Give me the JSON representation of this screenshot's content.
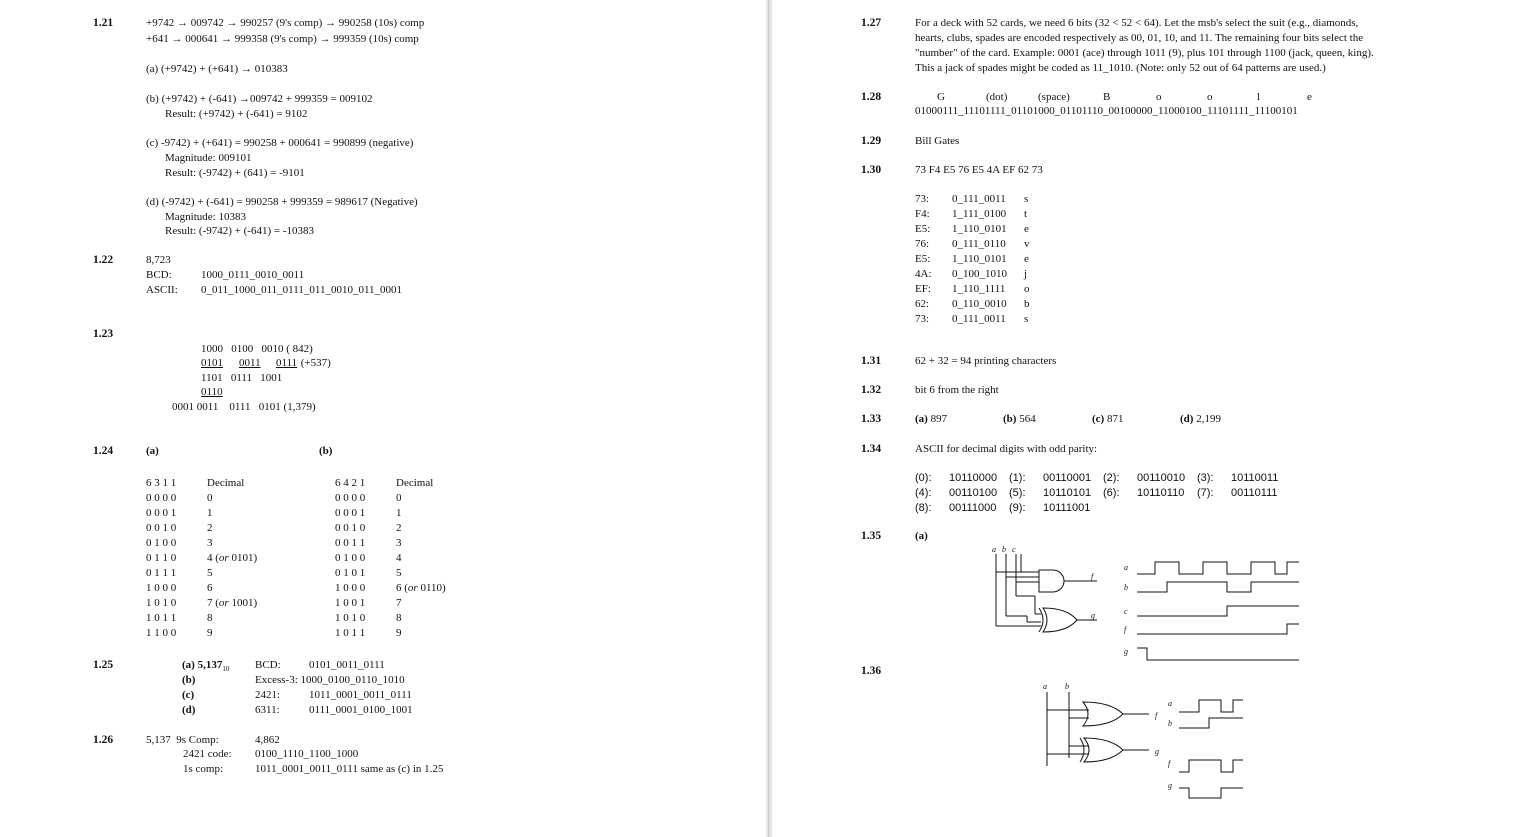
{
  "left": {
    "p121": {
      "num": "1.21",
      "l1": "+9742 → 009742 → 990257 (9's comp) → 990258 (10s) comp",
      "l2": "+641 → 000641 → 999358 (9's comp) → 999359 (10s) comp",
      "a": "(a) (+9742) + (+641) → 010383",
      "b1": "(b) (+9742) + (-641) →009742 + 999359 = 009102",
      "b2": "Result: (+9742) + (-641) = 9102",
      "c1": "(c) -9742) + (+641) = 990258 + 000641 = 990899 (negative)",
      "c2": "Magnitude: 009101",
      "c3": "Result: (-9742) + (641) = -9101",
      "d1": "(d) (-9742) + (-641) = 990258 + 999359 = 989617 (Negative)",
      "d2": "Magnitude: 10383",
      "d3": "Result: (-9742) + (-641) = -10383"
    },
    "p122": {
      "num": "1.22",
      "value": "8,723",
      "bcd_label": "BCD:",
      "bcd": "1000_0111_0010_0011",
      "ascii_label": "ASCII:",
      "ascii": "0_011_1000_011_0111_011_0010_011_0001"
    },
    "p123": {
      "num": "1.23",
      "r1": "1000   0100   0010 ( 842)",
      "r2a": "0101",
      "r2b": "0011",
      "r2c": "0111",
      "r2d": " (+537)",
      "r3": "1101   0111   1001",
      "r4": "0110",
      "r5": "0001 0011    0111   0101 (1,379)"
    },
    "p124": {
      "num": "1.24",
      "a_label": "(a)",
      "b_label": "(b)",
      "a_header": [
        "6 3 1 1",
        "Decimal"
      ],
      "a_rows": [
        [
          "0 0 0 0",
          "0"
        ],
        [
          "0 0 0 1",
          "1"
        ],
        [
          "0 0 1 0",
          "2"
        ],
        [
          "0 1 0 0",
          "3"
        ],
        [
          "0 1 1 0",
          "4 (or 0101)"
        ],
        [
          "0 1 1 1",
          "5"
        ],
        [
          "1 0 0 0",
          "6"
        ],
        [
          "1 0 1 0",
          "7 (or 1001)"
        ],
        [
          "1 0 1 1",
          "8"
        ],
        [
          "1 1 0 0",
          "9"
        ]
      ],
      "b_header": [
        "6 4 2 1",
        "Decimal"
      ],
      "b_rows": [
        [
          "0 0 0 0",
          "0"
        ],
        [
          "0 0 0 1",
          "1"
        ],
        [
          "0 0 1 0",
          "2"
        ],
        [
          "0 0 1 1",
          "3"
        ],
        [
          "0 1 0 0",
          "4"
        ],
        [
          "0 1 0 1",
          "5"
        ],
        [
          "1 0 0 0",
          "6 (or 0110)"
        ],
        [
          "1 0 0 1",
          "7"
        ],
        [
          "1 0 1 0",
          "8"
        ],
        [
          "1 0 1 1",
          "9"
        ]
      ]
    },
    "p125": {
      "num": "1.25",
      "a_label": "(a) 5,137",
      "a_sub": "10",
      "b_label": "(b)",
      "c_label": "(c)",
      "d_label": "(d)",
      "bcd_label": "BCD:",
      "bcd": "0101_0011_0111",
      "ex3": "Excess-3: 1000_0100_0110_1010",
      "c2421_label": "2421:",
      "c2421": "1011_0001_0011_0111",
      "c6311_label": "6311:",
      "c6311": "0111_0001_0100_1001"
    },
    "p126": {
      "num": "1.26",
      "l1a": "5,137  9s Comp:",
      "l1b": "4,862",
      "l2a": "2421 code:",
      "l2b": "0100_1110_1100_1000",
      "l3a": "1s comp:",
      "l3b": "1011_0001_0011_0111 same as (c) in 1.25"
    }
  },
  "right": {
    "p127": {
      "num": "1.27",
      "l1": "For a deck with 52 cards, we need 6 bits (32 < 52 < 64). Let the msb's select the suit (e.g., diamonds,",
      "l2": "hearts, clubs, spades are encoded respectively as 00, 01, 10, and 11. The remaining four bits select the",
      "l3": "\"number\" of the card. Example: 0001 (ace) through 1011 (9), plus 101 through 1100 (jack, queen, king).",
      "l4": "This a jack of spades might be coded as 11_1010. (Note: only 52 out of 64 patterns are used.)"
    },
    "p128": {
      "num": "1.28",
      "chars": [
        "G",
        "(dot)",
        "(space)",
        "B",
        "o",
        "o",
        "l",
        "e"
      ],
      "bits": "01000111_11101111_01101000_01101110_00100000_11000100_11101111_11100101"
    },
    "p129": {
      "num": "1.29",
      "text": "Bill Gates"
    },
    "p130": {
      "num": "1.30",
      "text": "73 F4 E5 76 E5 4A EF 62 73",
      "rows": [
        [
          "73:",
          "0_111_0011",
          "s"
        ],
        [
          "F4:",
          "1_111_0100",
          "t"
        ],
        [
          "E5:",
          "1_110_0101",
          "e"
        ],
        [
          "76:",
          "0_111_0110",
          "v"
        ],
        [
          "E5:",
          "1_110_0101",
          "e"
        ],
        [
          "4A:",
          "0_100_1010",
          "j"
        ],
        [
          "EF:",
          "1_110_1111",
          "o"
        ],
        [
          "62:",
          "0_110_0010",
          "b"
        ],
        [
          "73:",
          "0_111_0011",
          "s"
        ]
      ]
    },
    "p131": {
      "num": "1.31",
      "text": "62 + 32 = 94 printing characters"
    },
    "p132": {
      "num": "1.32",
      "text": "bit 6 from the right"
    },
    "p133": {
      "num": "1.33",
      "items": [
        [
          "(a)",
          "897"
        ],
        [
          "(b)",
          "564"
        ],
        [
          "(c)",
          "871"
        ],
        [
          "(d)",
          "2,199"
        ]
      ]
    },
    "p134": {
      "num": "1.34",
      "text": "ASCII for decimal digits with odd parity:",
      "rows": [
        [
          [
            "(0):",
            "10110000"
          ],
          [
            "(1):",
            "00110001"
          ],
          [
            "(2):",
            "00110010"
          ],
          [
            "(3):",
            "10110011"
          ]
        ],
        [
          [
            "(4):",
            "00110100"
          ],
          [
            "(5):",
            "10110101"
          ],
          [
            "(6):",
            "10110110"
          ],
          [
            "(7):",
            "00110111"
          ]
        ],
        [
          [
            "(8):",
            "00111000"
          ],
          [
            "(9):",
            "10111001"
          ]
        ]
      ]
    },
    "p135": {
      "num": "1.35",
      "label": "(a)",
      "inputs": [
        "a",
        "b",
        "c"
      ],
      "out_f": "f",
      "out_g": "g",
      "wave_labels": [
        "a",
        "b",
        "c",
        "f",
        "g"
      ]
    },
    "p136": {
      "num": "1.36",
      "inputs": [
        "a",
        "b"
      ],
      "out_f": "f",
      "out_g": "g",
      "wave_labels": [
        "a",
        "b",
        "f",
        "g"
      ]
    }
  }
}
